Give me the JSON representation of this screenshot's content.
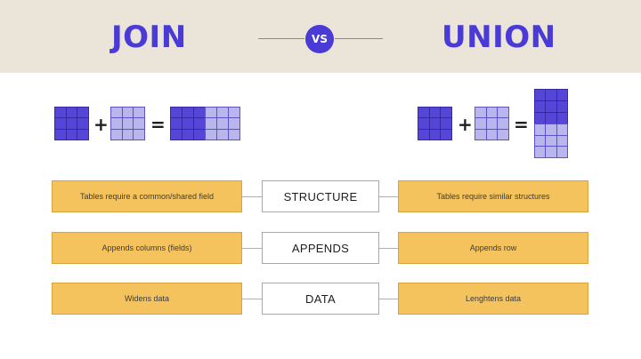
{
  "header": {
    "left_title": "JOIN",
    "right_title": "UNION",
    "vs_label": "VS"
  },
  "join_illustration": {
    "operators": [
      "+",
      "="
    ],
    "left_table": {
      "rows": 3,
      "cols": 3,
      "style": "dark"
    },
    "right_table": {
      "rows": 3,
      "cols": 3,
      "style": "light"
    },
    "result_table": {
      "rows": 3,
      "cols": 6,
      "dark_cols": 3,
      "light_cols": 3
    }
  },
  "union_illustration": {
    "operators": [
      "+",
      "="
    ],
    "left_table": {
      "rows": 3,
      "cols": 3,
      "style": "dark"
    },
    "right_table": {
      "rows": 3,
      "cols": 3,
      "style": "light"
    },
    "result_table": {
      "rows": 6,
      "cols": 3,
      "dark_rows": 3,
      "light_rows": 3
    }
  },
  "rows": [
    {
      "join": "Tables require a common/shared field",
      "label": "STRUCTURE",
      "union": "Tables require similar structures"
    },
    {
      "join": "Appends columns (fields)",
      "label": "APPENDS",
      "union": "Appends row"
    },
    {
      "join": "Widens data",
      "label": "DATA",
      "union": "Lenghtens data"
    }
  ],
  "colors": {
    "accent": "#4a3bd6",
    "header_bg": "#ebe4d8",
    "dark_cell": "#5546d8",
    "light_cell": "#b9b6ee",
    "yellow_box": "#f4c35e"
  }
}
